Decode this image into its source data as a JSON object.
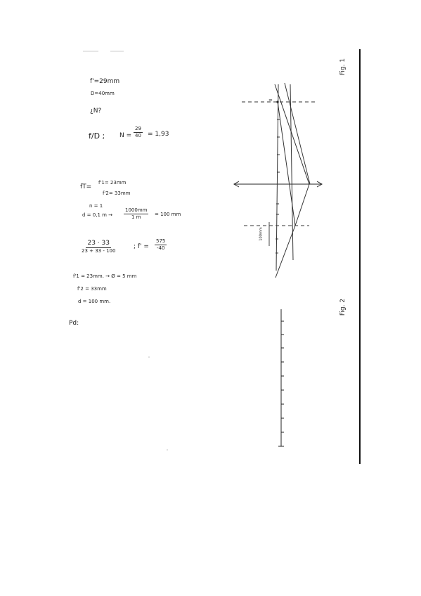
{
  "notes": {
    "given_f": "f'=29mm",
    "given_d": "D=40mm",
    "question": "¿N?",
    "formula_prefix": "f/D ;",
    "n_equals": "N =",
    "frac1_num": "29",
    "frac1_den": "40",
    "result1": "= 1,93",
    "ft_label": "fT=",
    "f1_val": "f'1= 23mm",
    "f2_val": "f'2= 33mm",
    "n_val": "n = 1",
    "d_val": "d = 0,1 m →",
    "frac2_num": "1000mm",
    "frac2_den": "1 m",
    "result2": "= 100 mm",
    "frac3_num": "23 · 33",
    "frac3_den": "23 + 33 - 100",
    "f_prime": "; f' =",
    "frac4_num": "575",
    "frac4_den": "-40",
    "f1_line": "f'1 = 23mm. → Ø = 5 mm",
    "f2_line": "f'2 = 33mm",
    "d_line": "d = 100 mm.",
    "pd": "Pd:"
  },
  "figures": {
    "label_1": "Fig. 1",
    "label_2": "Fig. 2",
    "axis_tag": "=",
    "dim_label": "100mm"
  }
}
